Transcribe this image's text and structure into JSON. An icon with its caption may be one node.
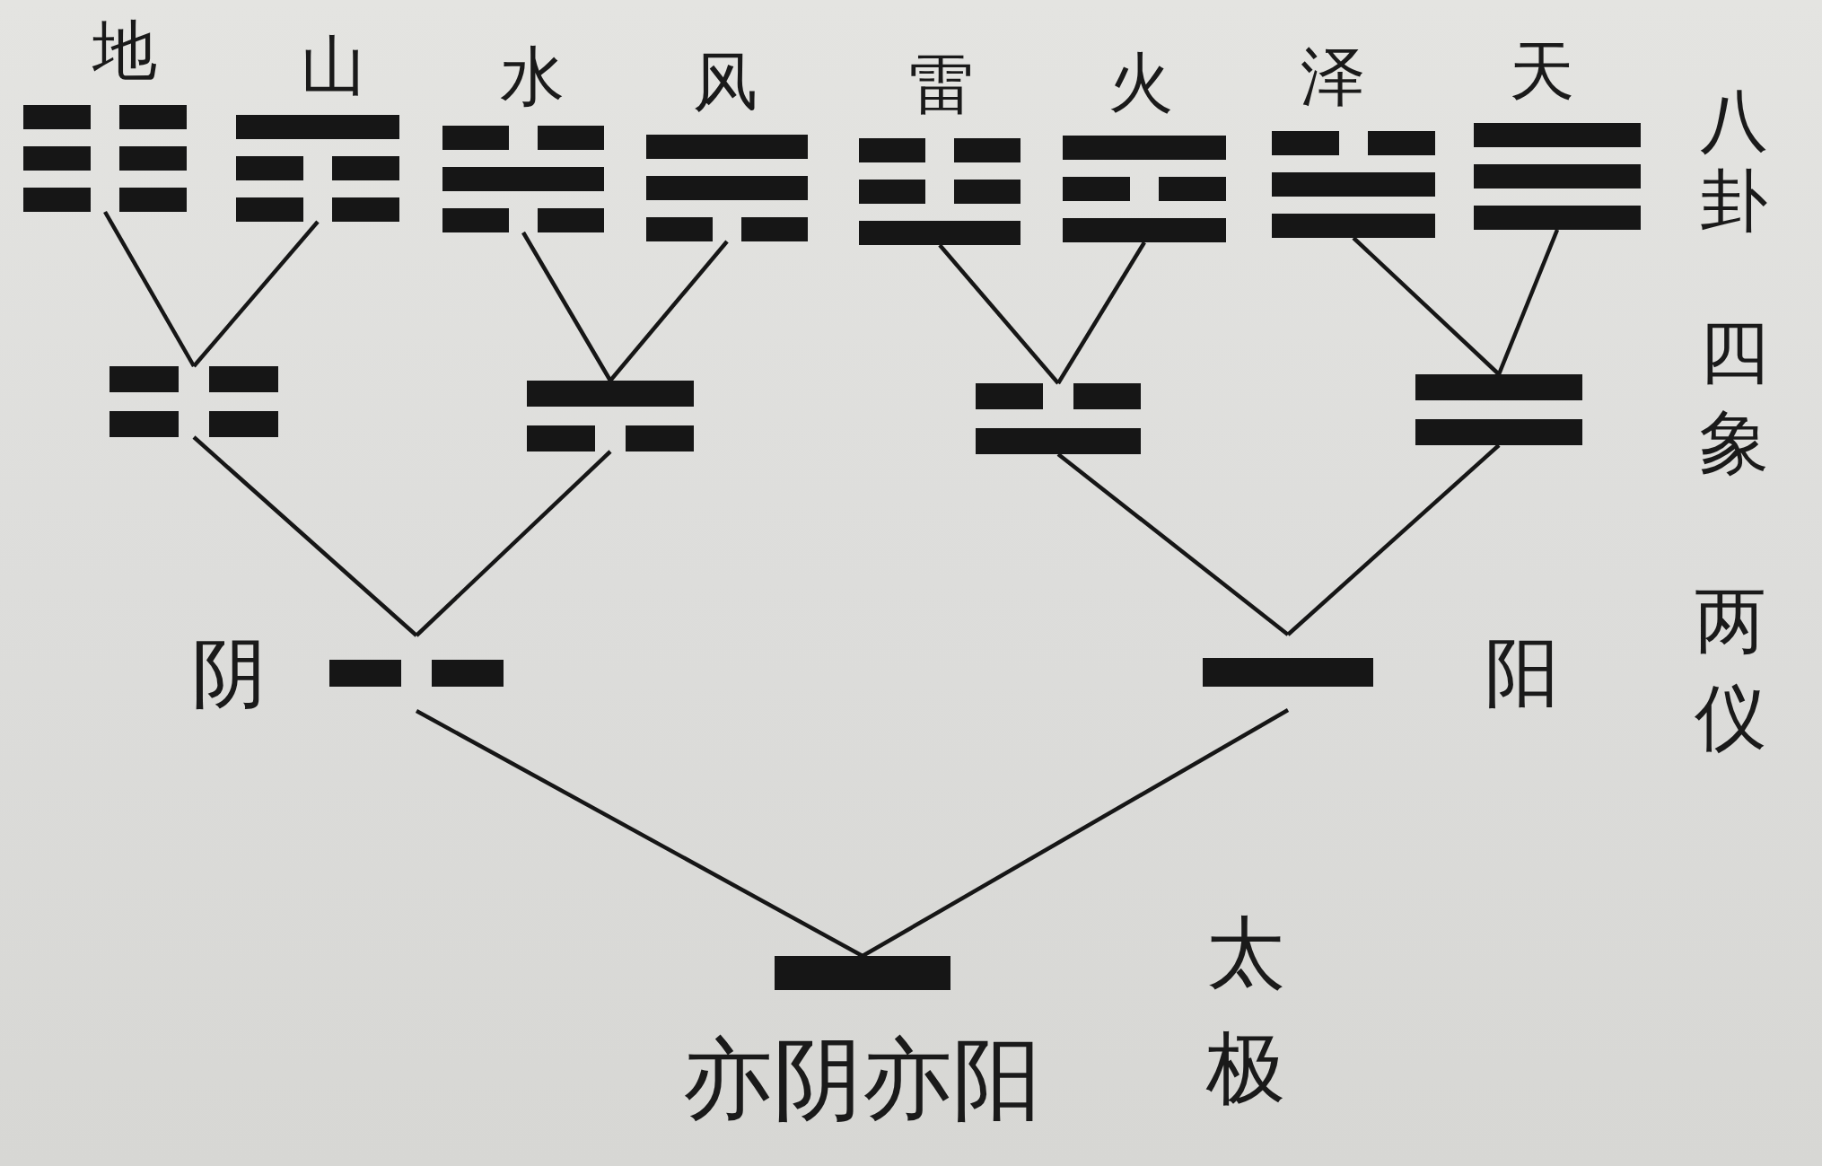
{
  "diagram": {
    "nodes": [
      {
        "text": [
          "地"
        ]
      },
      {
        "text": [
          "山"
        ]
      },
      {
        "text": [
          "水"
        ]
      },
      {
        "text": [
          "风"
        ]
      },
      {
        "text": [
          "雷"
        ]
      },
      {
        "text": [
          "火"
        ]
      },
      {
        "text": [
          "泽"
        ]
      },
      {
        "text": [
          "天"
        ]
      },
      {
        "text": [],
        "shape": "picture"
      },
      {
        "text": [],
        "shape": "picture"
      },
      {
        "text": [],
        "shape": "picture"
      },
      {
        "text": [],
        "shape": "picture"
      },
      {
        "text": [
          "阴"
        ]
      },
      {
        "text": [
          "阳"
        ]
      },
      {
        "text": [
          "亦阴亦阳"
        ]
      }
    ],
    "edges": [
      {
        "from": 8,
        "to": 0,
        "arrow": "none"
      },
      {
        "from": 8,
        "to": 1,
        "arrow": "none"
      },
      {
        "from": 9,
        "to": 2,
        "arrow": "none"
      },
      {
        "from": 9,
        "to": 3,
        "arrow": "none"
      },
      {
        "from": 10,
        "to": 4,
        "arrow": "none"
      },
      {
        "from": 10,
        "to": 5,
        "arrow": "none"
      },
      {
        "from": 11,
        "to": 6,
        "arrow": "none"
      },
      {
        "from": 11,
        "to": 7,
        "arrow": "none"
      },
      {
        "from": 12,
        "to": 8,
        "arrow": "none"
      },
      {
        "from": 12,
        "to": 9,
        "arrow": "none"
      },
      {
        "from": 13,
        "to": 10,
        "arrow": "none"
      },
      {
        "from": 13,
        "to": 11,
        "arrow": "none"
      },
      {
        "from": 14,
        "to": 12,
        "arrow": "none"
      },
      {
        "from": 14,
        "to": 13,
        "arrow": "none"
      }
    ],
    "labels": [
      "八卦",
      "四象",
      "两仪",
      "太极"
    ]
  }
}
